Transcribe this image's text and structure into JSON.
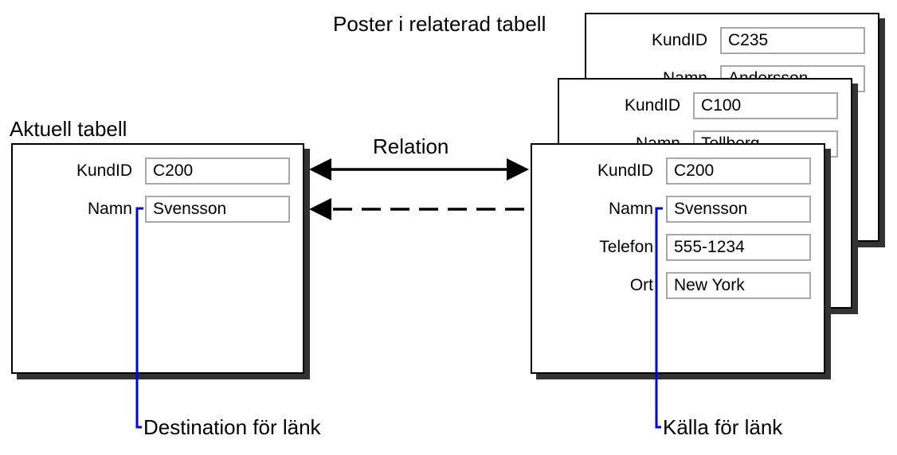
{
  "captions": {
    "related_records": "Poster i relaterad tabell",
    "current_table": "Aktuell tabell",
    "relation": "Relation",
    "link_destination": "Destination för länk",
    "link_source": "Källa för länk"
  },
  "current_table": {
    "fields": [
      {
        "label": "KundID",
        "value": "C200"
      },
      {
        "label": "Namn",
        "value": "Svensson"
      }
    ]
  },
  "related_records": [
    {
      "fields": [
        {
          "label": "KundID",
          "value": "C235"
        },
        {
          "label": "Namn",
          "value": "Andersson"
        }
      ]
    },
    {
      "fields": [
        {
          "label": "KundID",
          "value": "C100"
        },
        {
          "label": "Namn",
          "value": "Tellberg"
        }
      ]
    },
    {
      "fields": [
        {
          "label": "KundID",
          "value": "C200"
        },
        {
          "label": "Namn",
          "value": "Svensson"
        },
        {
          "label": "Telefon",
          "value": "555-1234"
        },
        {
          "label": "Ort",
          "value": "New York"
        }
      ]
    }
  ],
  "colors": {
    "link_line": "#0000ee",
    "field_border": "#a8a8a8",
    "shadow": "#333333"
  }
}
